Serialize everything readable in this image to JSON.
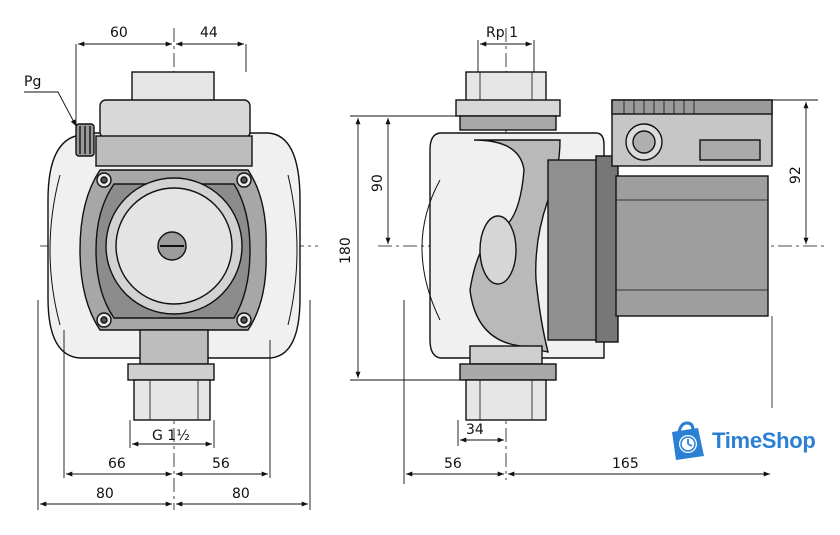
{
  "front_view": {
    "dims": {
      "top_left": "60",
      "top_right": "44",
      "pressure_gauge": "Pg",
      "thread": "G 1½",
      "inner_left": "66",
      "inner_right": "56",
      "outer_left": "80",
      "outer_right": "80"
    }
  },
  "side_view": {
    "dims": {
      "thread_top": "Rp 1",
      "height_total": "180",
      "height_upper": "90",
      "height_motor": "92",
      "port_width": "34",
      "depth_left": "56",
      "depth_right": "165"
    }
  },
  "brand": {
    "name": "TimeShop",
    "color": "#2b7fd4",
    "icon": "shopping-bag-clock-icon"
  }
}
